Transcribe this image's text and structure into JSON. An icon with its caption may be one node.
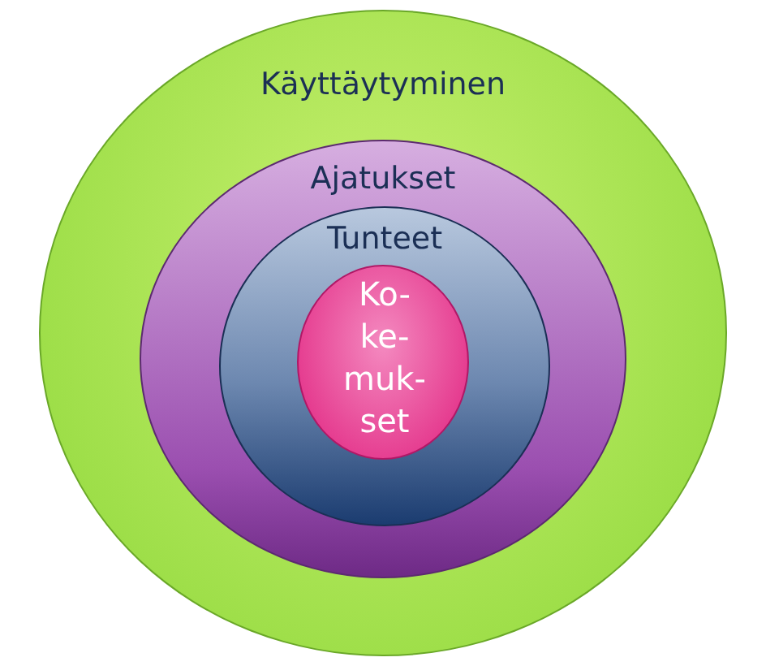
{
  "diagram": {
    "nodes": [
      {
        "text": [
          "Käyttäytyminen"
        ]
      },
      {
        "text": [
          "Ajatukset"
        ],
        "in": 0
      },
      {
        "text": [
          "Tunteet"
        ],
        "in": 1
      },
      {
        "text": [
          "Ko- ke- muk- set"
        ],
        "in": 2
      }
    ]
  }
}
